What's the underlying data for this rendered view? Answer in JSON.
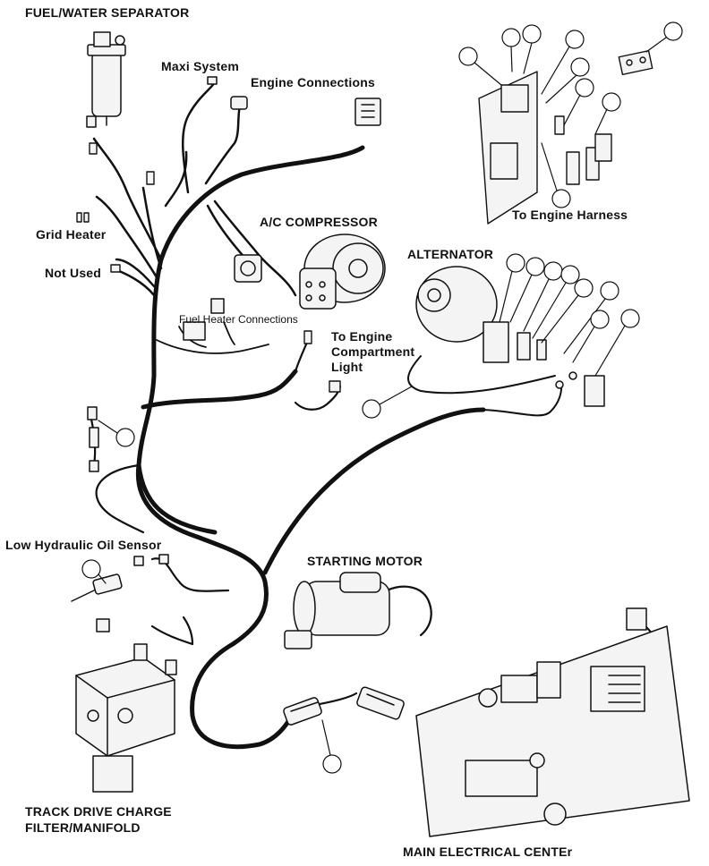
{
  "labels": {
    "fuel_water_separator": "FUEL/WATER SEPARATOR",
    "maxi_system": "Maxi System",
    "engine_connections": "Engine Connections",
    "to_engine_harness": "To Engine Harness",
    "ac_compressor": "A/C COMPRESSOR",
    "alternator": "ALTERNATOR",
    "grid_heater": "Grid Heater",
    "not_used": "Not Used",
    "fuel_heater_connections": "Fuel Heater Connections",
    "to_engine": "To Engine",
    "compartment": "Compartment",
    "light": "Light",
    "low_hydraulic_oil_sensor": "Low Hydraulic Oil Sensor",
    "starting_motor": "STARTING MOTOR",
    "track_drive_charge": "TRACK DRIVE CHARGE",
    "filter_manifold": "FILTER/MANIFOLD",
    "main_electrical_center": "MAIN ELECTRICAL CENTEr"
  },
  "colors": {
    "line": "#111111",
    "background": "#ffffff",
    "part_fill": "#f4f4f4"
  }
}
